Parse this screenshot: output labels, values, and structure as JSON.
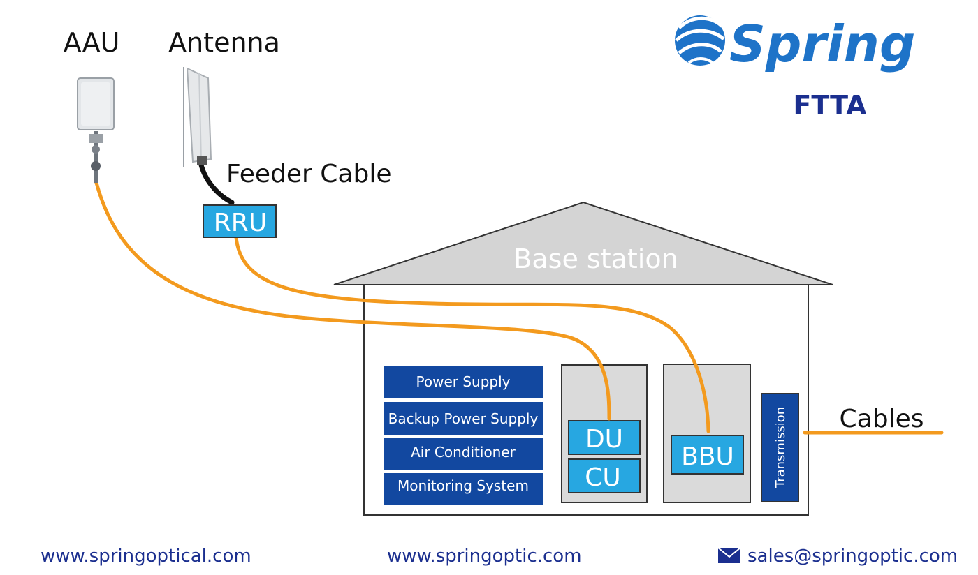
{
  "labels": {
    "aau": "AAU",
    "antenna": "Antenna",
    "feeder_cable": "Feeder Cable",
    "rru": "RRU",
    "base_station": "Base station",
    "cables": "Cables",
    "ftta": "FTTA"
  },
  "brand": {
    "name": "Spring",
    "color": "#1e73c8"
  },
  "facilities": [
    "Power Supply",
    "Backup Power Supply",
    "Air Conditioner",
    "Monitoring System"
  ],
  "units": {
    "du": "DU",
    "cu": "CU",
    "bbu": "BBU",
    "transmission": "Transmission"
  },
  "footer": {
    "site1": "www.springoptical.com",
    "site2": "www.springoptic.com",
    "email": "sales@springoptic.com"
  },
  "colors": {
    "fiber": "#f39a1e",
    "unit_blue": "#27a7e1",
    "facility_blue": "#1248a0",
    "roof_gray": "#d4d4d4",
    "rack_gray": "#dadada",
    "ftta_blue": "#1b2f8f"
  },
  "icons": [
    "mail-icon",
    "spring-logo-icon",
    "aau-device-icon",
    "antenna-device-icon"
  ]
}
